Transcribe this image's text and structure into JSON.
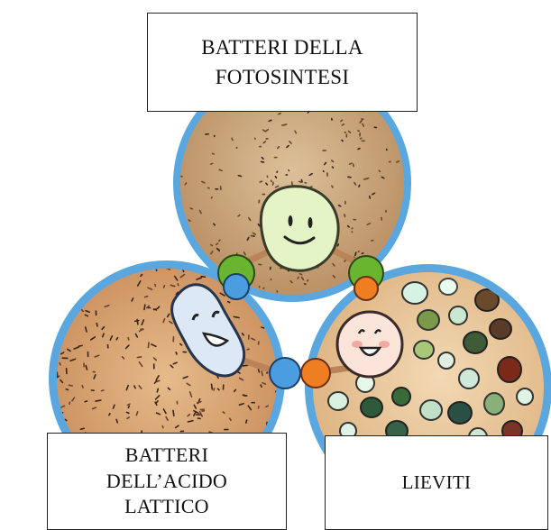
{
  "labels": {
    "top": [
      "BATTERI DELLA",
      "FOTOSINTESI"
    ],
    "bottom_left": [
      "BATTERI",
      "DELL’ACIDO",
      "LATTICO"
    ],
    "bottom_right": [
      "LIEVITI"
    ]
  },
  "colors": {
    "ring": "#5aa7df",
    "photosynthesis_bg": "#caa57a",
    "lactic_bg": "#d8a878",
    "yeast_bg": "#e8c79a",
    "joint_green": "#69b52f",
    "joint_blue": "#4a9ee0",
    "joint_orange": "#ef7d22"
  }
}
